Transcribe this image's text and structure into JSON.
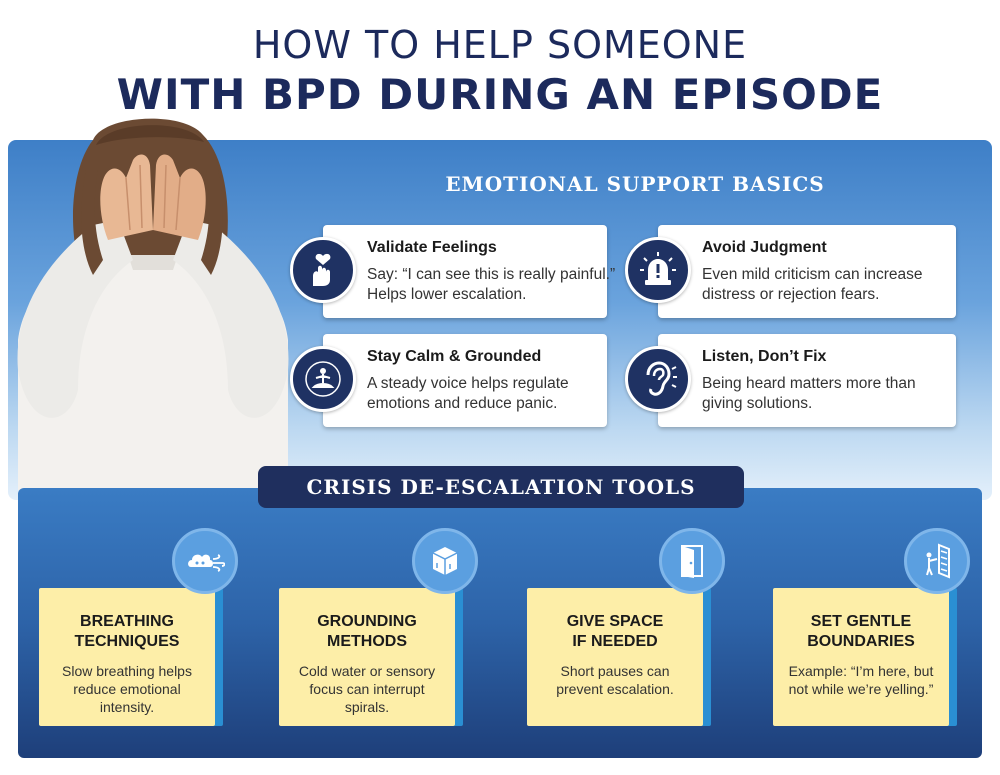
{
  "title": {
    "line1": "HOW TO HELP SOMEONE",
    "line2": "WITH BPD DURING AN EPISODE"
  },
  "support": {
    "heading": "EMOTIONAL SUPPORT BASICS",
    "cards": [
      {
        "title": "Validate Feelings",
        "body": "Say: “I can see this is really painful.” Helps lower escalation.",
        "icon": "heart-hand-icon"
      },
      {
        "title": "Avoid Judgment",
        "body": "Even mild criticism can increase distress or rejection fears.",
        "icon": "alarm-icon"
      },
      {
        "title": "Stay Calm & Grounded",
        "body": "A steady voice helps regulate emotions and reduce panic.",
        "icon": "meditation-icon"
      },
      {
        "title": "Listen, Don’t Fix",
        "body": "Being heard matters more than giving solutions.",
        "icon": "ear-icon"
      }
    ]
  },
  "crisis": {
    "heading": "CRISIS DE-ESCALATION TOOLS",
    "tools": [
      {
        "title1": "BREATHING",
        "title2": "TECHNIQUES",
        "body": "Slow breathing helps reduce emotional intensity.",
        "icon": "breath-cloud-icon"
      },
      {
        "title1": "GROUNDING",
        "title2": "METHODS",
        "body": "Cold water or sensory focus can interrupt spirals.",
        "icon": "ice-cube-icon"
      },
      {
        "title1": "GIVE SPACE",
        "title2": "IF NEEDED",
        "body": "Short pauses can prevent escalation.",
        "icon": "door-icon"
      },
      {
        "title1": "SET GENTLE",
        "title2": "BOUNDARIES",
        "body": "Example: “I’m here, but not while we’re yelling.”",
        "icon": "wall-icon"
      }
    ]
  },
  "colors": {
    "navy": "#1f2f5e",
    "panel_blue": "#3e7fc7",
    "tool_yellow": "#fdeea8",
    "tool_accent": "#2a8fd3"
  }
}
